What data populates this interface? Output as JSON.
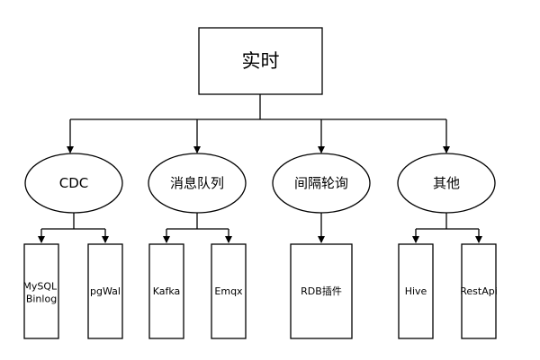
{
  "diagram": {
    "root": {
      "label": "实时"
    },
    "categories": [
      {
        "label": "CDC",
        "children": [
          {
            "label": "MySQL\nBinlog"
          },
          {
            "label": "pgWal"
          }
        ]
      },
      {
        "label": "消息队列",
        "children": [
          {
            "label": "Kafka"
          },
          {
            "label": "Emqx"
          }
        ]
      },
      {
        "label": "间隔轮询",
        "children": [
          {
            "label": "RDB插件"
          }
        ]
      },
      {
        "label": "其他",
        "children": [
          {
            "label": "Hive"
          },
          {
            "label": "RestApi"
          }
        ]
      }
    ]
  }
}
